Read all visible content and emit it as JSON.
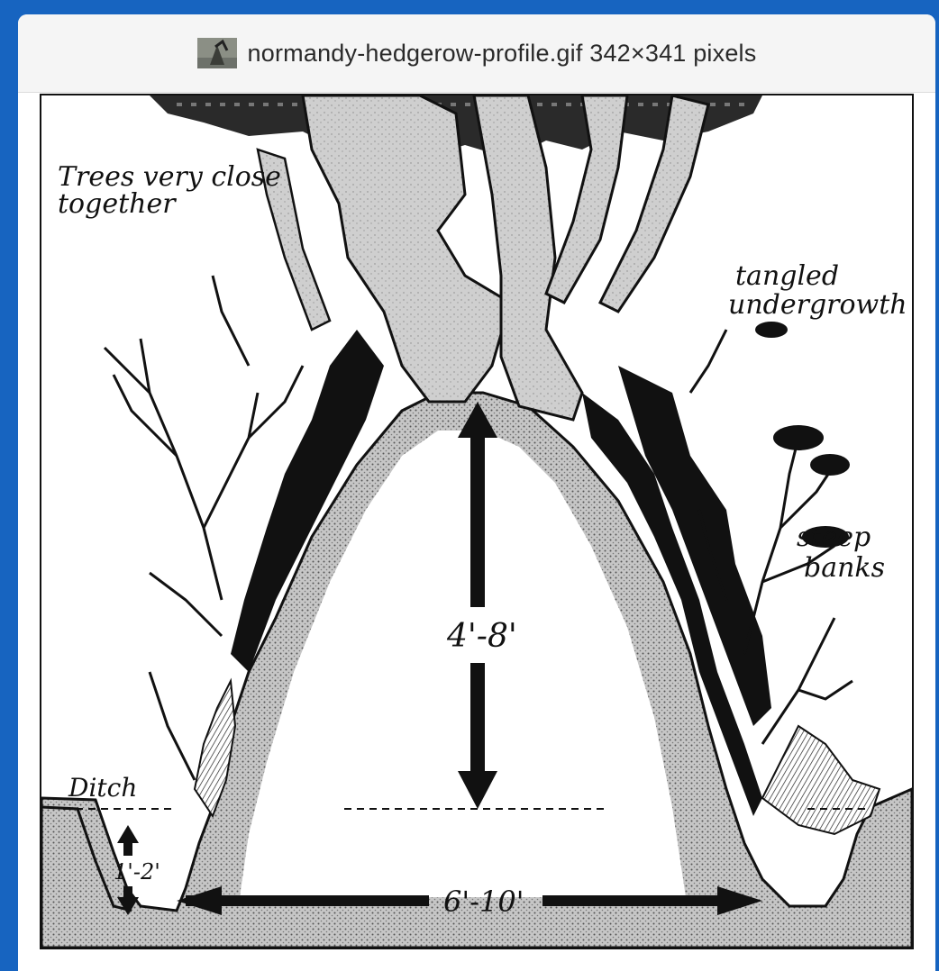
{
  "window": {
    "title": "normandy-hedgerow-profile.gif 342×341 pixels",
    "favicon": "image-thumbnail-icon"
  },
  "diagram": {
    "labels": {
      "trees": [
        "Trees very close",
        "together"
      ],
      "undergrowth": [
        "tangled",
        "undergrowth"
      ],
      "banks": [
        "steep",
        "banks"
      ],
      "ditch": "Ditch",
      "height": "4'-8'",
      "width": "6'-10'",
      "ditch_depth": "1'-2'"
    }
  },
  "colors": {
    "desktop": "#1764c0",
    "ink": "#111111",
    "stipple": "#bdbdbd"
  }
}
